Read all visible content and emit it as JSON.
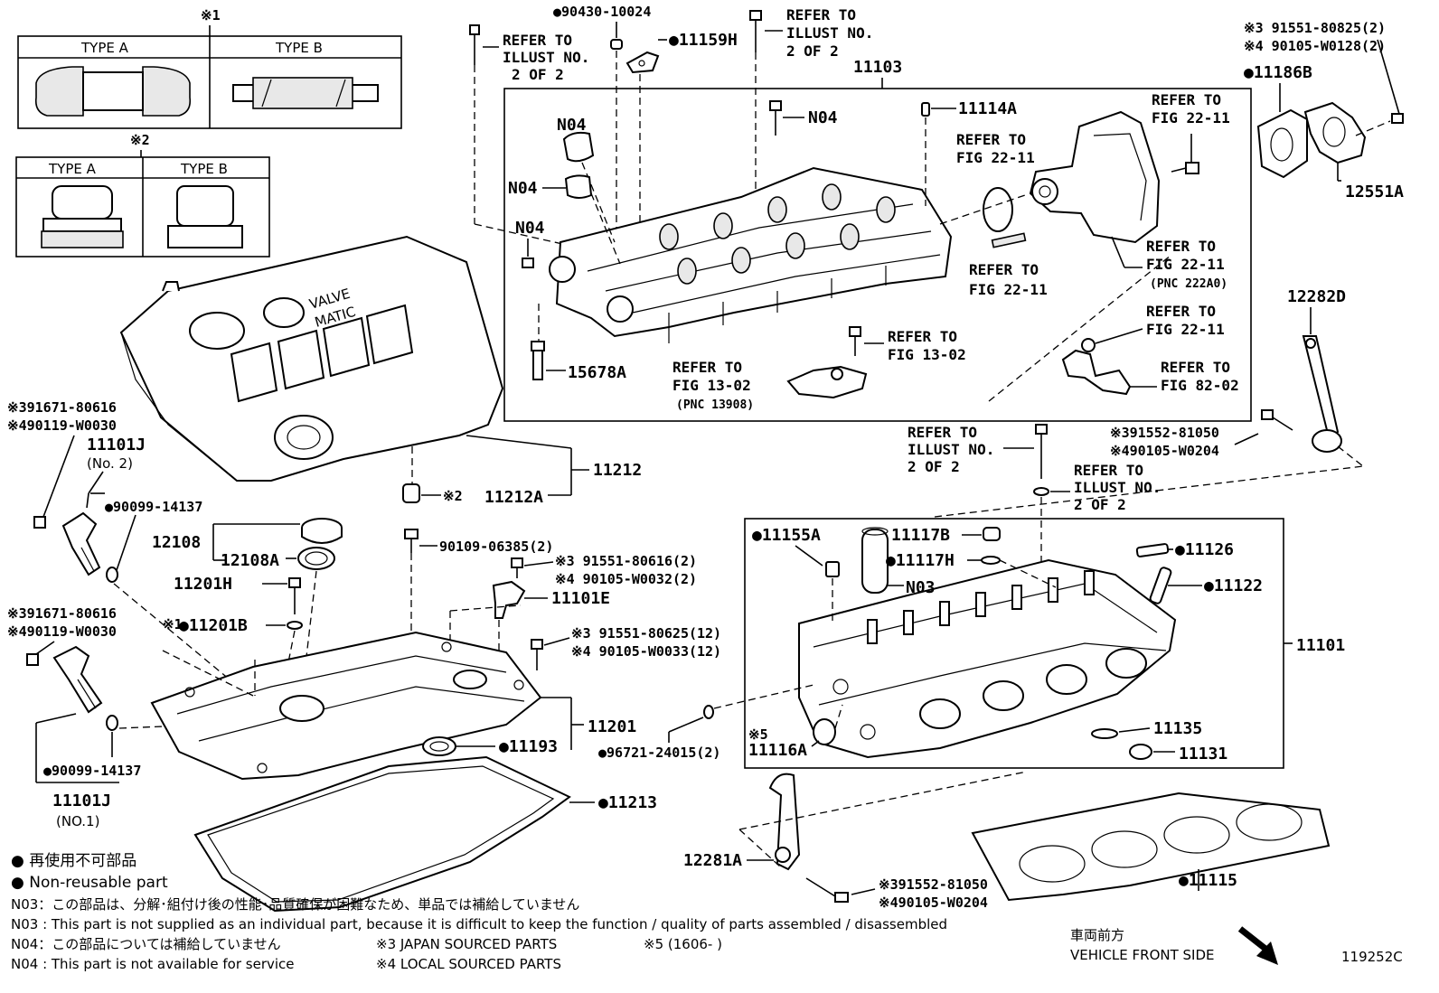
{
  "diagram_id": "119252C",
  "legend": {
    "jp_nonreuse": "● 再使用不可部品",
    "en_nonreuse": "● Non-reusable part",
    "n03_jp": "N03：この部品は、分解･組付け後の性能･品質確保が困難なため、単品では補給していません",
    "n03_en": "N03 : This part is not supplied as an individual part, because it is difficult to keep the function / quality of parts  assembled / disassembled",
    "n04_jp": "N04：この部品については補給していません",
    "n04_en": "N04 : This part is not available for service",
    "note3": "※3 JAPAN SOURCED PARTS",
    "note4": "※4 LOCAL SOURCED PARTS",
    "note5": "※5 (1606-     )"
  },
  "vehicle_front": {
    "jp": "車両前方",
    "en": "VEHICLE FRONT SIDE"
  },
  "type_tables": [
    {
      "mark": "※1",
      "col_a": "TYPE A",
      "col_b": "TYPE B"
    },
    {
      "mark": "※2",
      "col_a": "TYPE A",
      "col_b": "TYPE B"
    }
  ],
  "labels": {
    "p90430": "●90430-10024",
    "p11159h": "●11159H",
    "ref_illust_l1": "REFER TO",
    "ref_illust_l2": "ILLUST NO.",
    "ref_illust_l3": "2 OF 2",
    "p11103": "11103",
    "n04": "N04",
    "p11114a": "11114A",
    "ref_to": "REFER TO",
    "fig_22_11": "FIG 22-11",
    "fig_13_02": "FIG 13-02",
    "fig_82_02": "FIG 82-02",
    "pnc_222a0": "(PNC 222A0)",
    "pnc_13908": "(PNC 13908)",
    "p15678a": "15678A",
    "x3_91551_80825": "※3 91551-80825(2)",
    "x4_90105_w0128": "※4 90105-W0128(2)",
    "p11186b": "●11186B",
    "p12551a": "12551A",
    "p12282d": "12282D",
    "x3_91552_81050a": "※391552-81050",
    "x4_90105_w0204a": "※490105-W0204",
    "x3_91671_80616a": "※391671-80616",
    "x4_90119_w0030a": "※490119-W0030",
    "p11101j_no2": "11101J",
    "no2": "(No. 2)",
    "p90099_14137a": "●90099-14137",
    "p11212": "11212",
    "p11212a": "11212A",
    "x2": "※2",
    "p12108": "12108",
    "p12108a": "12108A",
    "p90109": "90109-06385(2)",
    "x3_91551_80616": "※3 91551-80616(2)",
    "x4_90105_w0032": "※4 90105-W0032(2)",
    "p11101e": "11101E",
    "p11201h": "11201H",
    "x1": "※1",
    "p11201b": "●11201B",
    "x3_91551_80625": "※3 91551-80625(12)",
    "x4_90105_w0033": "※4 90105-W0033(12)",
    "p11155a": "●11155A",
    "p11117b": "11117B",
    "p11117h": "●11117H",
    "n03": "N03",
    "p11126": "●11126",
    "p11122": "●11122",
    "p11101": "11101",
    "x3_91671_80616b": "※391671-80616",
    "x4_90119_w0030b": "※490119-W0030",
    "p11201": "11201",
    "p11193": "●11193",
    "p96721": "●96721-24015(2)",
    "x5": "※5",
    "p11116a": "11116A",
    "p11135": "11135",
    "p11131": "11131",
    "p90099_14137b": "●90099-14137",
    "p11101j_no1": "11101J",
    "no1": "(NO.1)",
    "p11213": "●11213",
    "p12281a": "12281A",
    "x3_91552_81050b": "※391552-81050",
    "x4_90105_w0204b": "※490105-W0204",
    "p11115": "●11115"
  }
}
